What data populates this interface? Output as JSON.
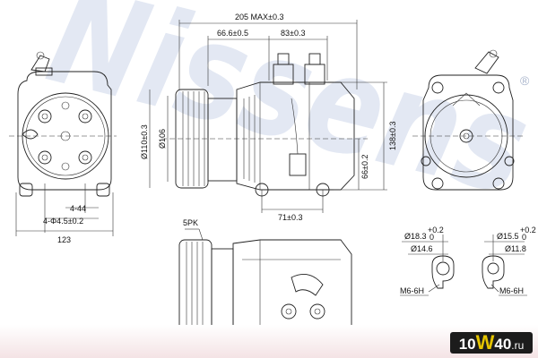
{
  "watermark": {
    "text": "Nissens",
    "registered": "®",
    "color": "#cdd7ea"
  },
  "dimensions": {
    "overall_length": "205 MAX±0.3",
    "mount_a": "66.6±0.5",
    "mount_b": "83±0.3",
    "pulley_outer": "Ø110±0.3",
    "pulley_inner": "Ø106",
    "height_total": "138±0.3",
    "height_lower": "66±0.2",
    "foot_spacing": "71±0.3",
    "bolt_holes": "4-44",
    "bolt_circle": "4-Φ4.5±0.2",
    "front_width": "123",
    "belt": "5PK"
  },
  "port_left": {
    "diameter": "Ø18.3",
    "tol_upper": "+0.2",
    "tol_lower": "0",
    "bore": "Ø14.6",
    "thread": "M6-6H"
  },
  "port_right": {
    "diameter": "Ø15.5",
    "tol_upper": "+0.2",
    "tol_lower": "0",
    "bore": "Ø11.8",
    "thread": "M6-6H"
  },
  "logo": {
    "prefix": "10",
    "mid": "W",
    "suffix": "40",
    "domain": ".ru",
    "accent": "#e5c400"
  }
}
